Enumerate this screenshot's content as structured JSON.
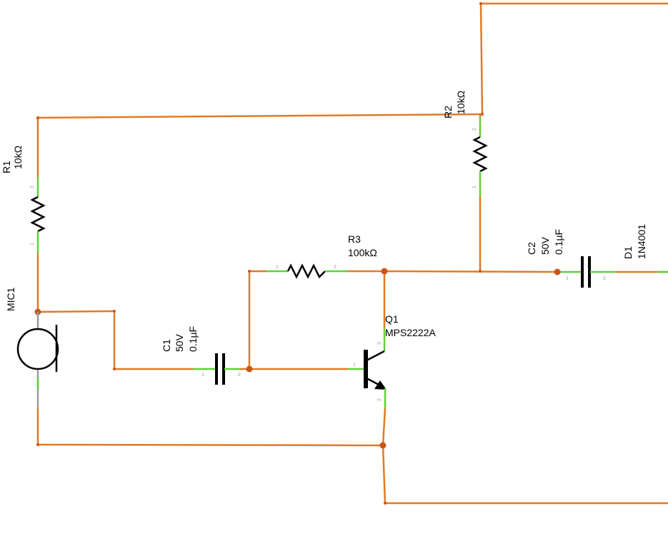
{
  "components": {
    "r1": {
      "ref": "R1",
      "value": "10kΩ",
      "pin1": "1",
      "pin2": "2"
    },
    "r2": {
      "ref": "R2",
      "value": "10kΩ",
      "pin1": "1",
      "pin2": "2"
    },
    "r3": {
      "ref": "R3",
      "value": "100kΩ",
      "pin1": "1",
      "pin2": "2"
    },
    "c1": {
      "ref": "C1",
      "voltage": "50V",
      "value": "0.1µF",
      "pin1": "1",
      "pin2": "2"
    },
    "c2": {
      "ref": "C2",
      "voltage": "50V",
      "value": "0.1µF",
      "pin1": "1",
      "pin2": "2"
    },
    "q1": {
      "ref": "Q1",
      "part": "MPS2222A",
      "pin1": "1",
      "pin2": "2",
      "pin3": "3"
    },
    "d1": {
      "ref": "D1",
      "part": "1N4001"
    },
    "mic1": {
      "ref": "MIC1"
    }
  },
  "colors": {
    "wire": "#e07b25",
    "pin": "#5fd33a",
    "junction": "#c8561b",
    "component": "#000000"
  }
}
